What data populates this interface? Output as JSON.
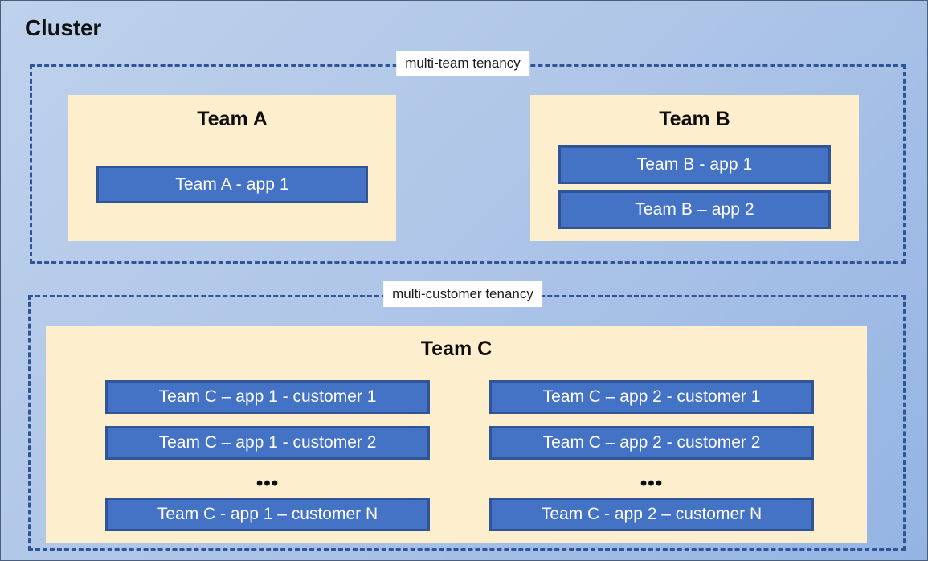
{
  "diagram": {
    "title": "Cluster",
    "type": "nested-boxes",
    "colors": {
      "canvas_background_top_left": "#bed2ec",
      "canvas_background_bottom_right": "#94b4e3",
      "tenancy_border": "#2f5597",
      "team_panel_fill": "#fdeecd",
      "app_box_fill": "#4472c4",
      "app_box_border": "#2f5597",
      "app_box_text": "#ffffff",
      "label_background": "#ffffff",
      "heading_text": "#0d0d0d"
    },
    "tenancies": [
      {
        "id": "multi-team",
        "label": "multi-team tenancy",
        "teams": [
          {
            "id": "team-a",
            "heading": "Team A",
            "apps": [
              {
                "label": "Team A - app 1"
              }
            ]
          },
          {
            "id": "team-b",
            "heading": "Team B",
            "apps": [
              {
                "label": "Team B - app 1"
              },
              {
                "label": "Team B – app 2"
              }
            ]
          }
        ]
      },
      {
        "id": "multi-customer",
        "label": "multi-customer tenancy",
        "teams": [
          {
            "id": "team-c",
            "heading": "Team C",
            "columns": [
              {
                "id": "app-1-column",
                "apps": [
                  {
                    "label": "Team C – app 1 - customer 1"
                  },
                  {
                    "label": "Team C – app 1 - customer 2"
                  }
                ],
                "ellipsis": "•••",
                "last_app": {
                  "label": "Team C - app 1 – customer N"
                }
              },
              {
                "id": "app-2-column",
                "apps": [
                  {
                    "label": "Team C – app 2 - customer 1"
                  },
                  {
                    "label": "Team C – app 2 - customer 2"
                  }
                ],
                "ellipsis": "•••",
                "last_app": {
                  "label": "Team C - app 2 – customer N"
                }
              }
            ]
          }
        ]
      }
    ]
  }
}
